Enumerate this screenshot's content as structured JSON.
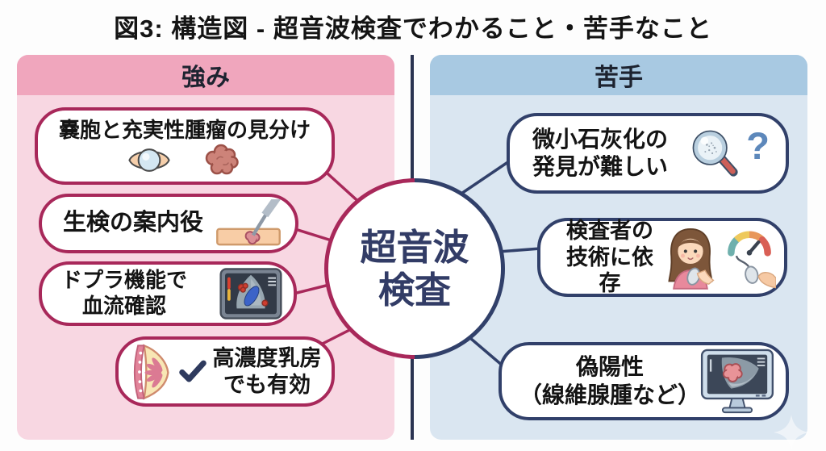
{
  "title": "図3: 構造図 - 超音波検査でわかること・苦手なこと",
  "center_node": {
    "line1": "超音波",
    "line2": "検査"
  },
  "strengths": {
    "header": "強み",
    "items": [
      {
        "label": "嚢胞と充実性腫瘤の見分け",
        "icons": [
          "cyst-icon",
          "solid-tumor-icon"
        ]
      },
      {
        "label": "生検の案内役",
        "icons": [
          "biopsy-needle-icon"
        ]
      },
      {
        "line1": "ドプラ機能で",
        "line2": "血流確認",
        "icons": [
          "doppler-ultrasound-icon"
        ]
      },
      {
        "line1": "高濃度乳房",
        "line2": "でも有効",
        "icons": [
          "dense-breast-icon",
          "checkmark-icon"
        ]
      }
    ]
  },
  "weaknesses": {
    "header": "苦手",
    "items": [
      {
        "line1": "微小石灰化の",
        "line2": "発見が難しい",
        "question_glyph": "?",
        "icons": [
          "magnifier-icon",
          "question-mark"
        ]
      },
      {
        "line1": "検査者の",
        "line2": "技術に依存",
        "icons": [
          "examiner-icon",
          "gauge-probe-icon"
        ]
      },
      {
        "line1": "偽陽性",
        "line2": "（線維腺腫など）",
        "icons": [
          "ultrasound-monitor-icon"
        ]
      }
    ]
  },
  "colors": {
    "strength_header": "#f0a6bd",
    "strength_bg": "#f8d7e2",
    "strength_border": "#a8285a",
    "weakness_header": "#a8c9e2",
    "weakness_bg": "#dae6f1",
    "weakness_border": "#31406a",
    "center_text": "#323c66",
    "divider": "#2b3452"
  }
}
